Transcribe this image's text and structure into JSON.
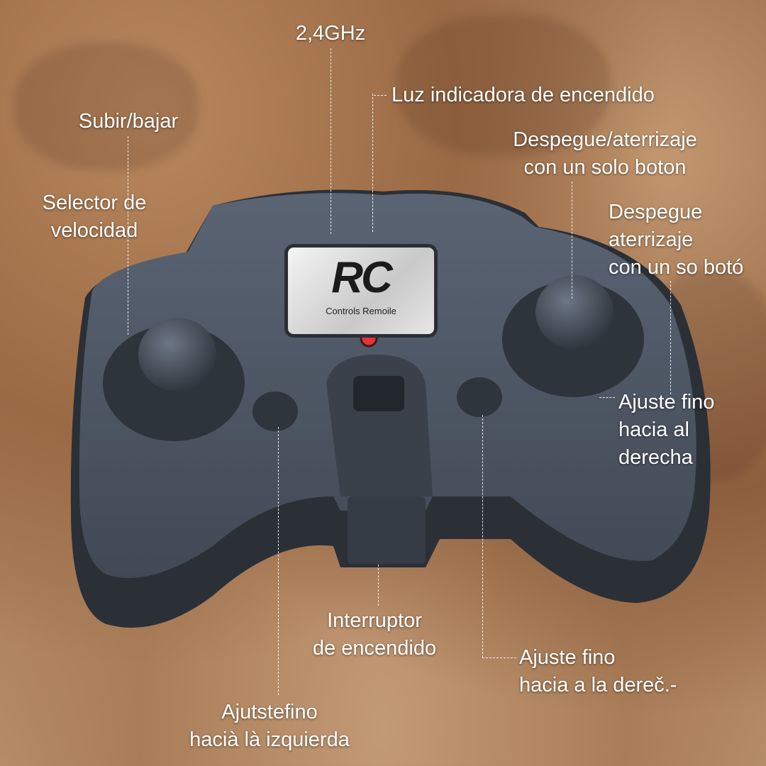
{
  "product": {
    "logo_text": "RC",
    "plate_subtitle": "Controls Remoile",
    "body_color": "#4a5361",
    "led_color": "#e8323a"
  },
  "labels": {
    "frequency": "2,4GHz",
    "power_light": "Luz indicadora de encendido",
    "up_down": "Subir/bajar",
    "speed_selector": [
      "Selector de",
      "velocidad"
    ],
    "takeoff_landing_top": [
      "Despegue/aterrizaje",
      "con un solo boton"
    ],
    "takeoff_landing_side": [
      "Despegue",
      "aterrizaje",
      "con un so botó"
    ],
    "trim_right_upper": [
      "Ajuste fino",
      "hacia al",
      "derecha"
    ],
    "power_switch": [
      "Interruptor",
      "de encendido"
    ],
    "trim_right_lower": [
      "Ajuste fino",
      "hacia a la dereč.-"
    ],
    "trim_left": [
      "Ajutstefino",
      "hacià là izquierda"
    ]
  }
}
